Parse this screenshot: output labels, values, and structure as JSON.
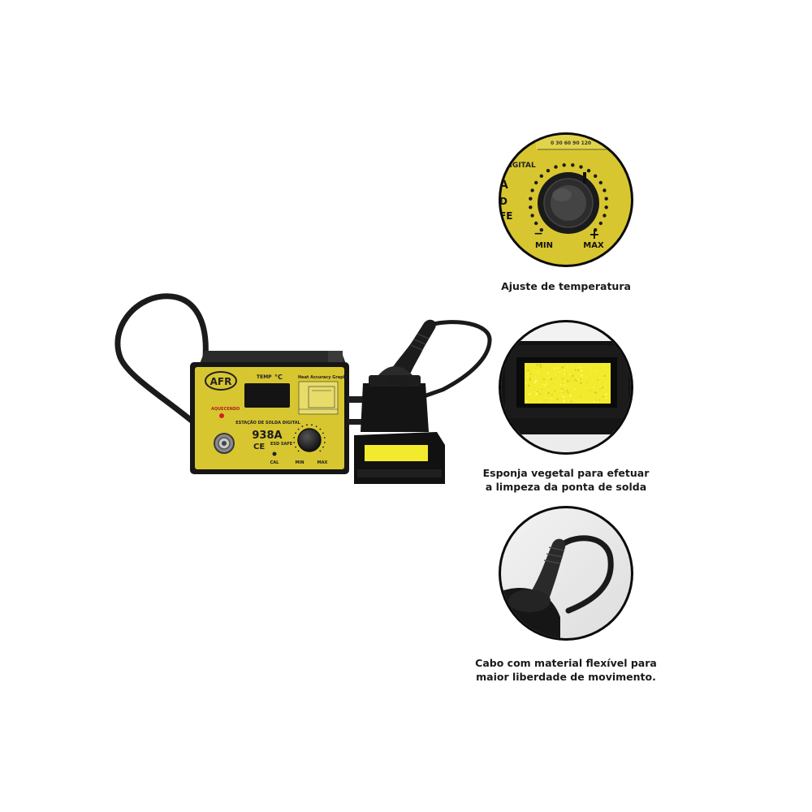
{
  "station": {
    "brand": "AFR",
    "model": "938A",
    "temp_label": "TEMP",
    "temp_unit": "°C",
    "heating_label": "AQUECENDO",
    "station_name": "ESTAÇÃO DE SOLDA DIGITAL",
    "cert_ce": "CE",
    "cert_esd": "ESD SAFE",
    "cal_label": "CAL",
    "min_label": "MIN",
    "max_label": "MAX",
    "table_title": "Heat Accuracy Graph"
  },
  "details": [
    {
      "id": "temperature",
      "caption_lines": [
        "Ajuste de temperatura"
      ],
      "dial_label": "DIGITAL",
      "dial_scale": "0  30  60  90  120",
      "min_label": "MIN",
      "max_label": "MAX",
      "minus_sign": "−",
      "plus_sign": "+"
    },
    {
      "id": "sponge",
      "caption_lines": [
        "Esponja vegetal para efetuar",
        "a limpeza da ponta de solda"
      ]
    },
    {
      "id": "cable",
      "caption_lines": [
        "Cabo com material flexível para",
        "maior liberdade de movimento."
      ]
    }
  ],
  "colors": {
    "panel_yellow": "#d8c630",
    "sponge_yellow": "#f2ea2c",
    "body_black": "#151515",
    "led_red": "#d42020"
  }
}
